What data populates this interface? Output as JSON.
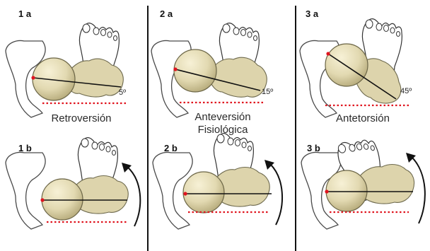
{
  "panels": [
    {
      "label": "1 a",
      "angle": "5º",
      "caption": [
        "Retroversión"
      ]
    },
    {
      "label": "2 a",
      "angle": "15º",
      "caption": [
        "Anteversión",
        "Fisiológica"
      ]
    },
    {
      "label": "3 a",
      "angle": "45º",
      "caption": [
        "Antetorsión"
      ]
    },
    {
      "label": "1 b"
    },
    {
      "label": "2 b"
    },
    {
      "label": "3 b"
    }
  ],
  "colors": {
    "reference_line": "#e0151f",
    "bone": "#ddd4ac",
    "femoral_head_highlight": "#f7f1d6",
    "divider": "#111111"
  }
}
